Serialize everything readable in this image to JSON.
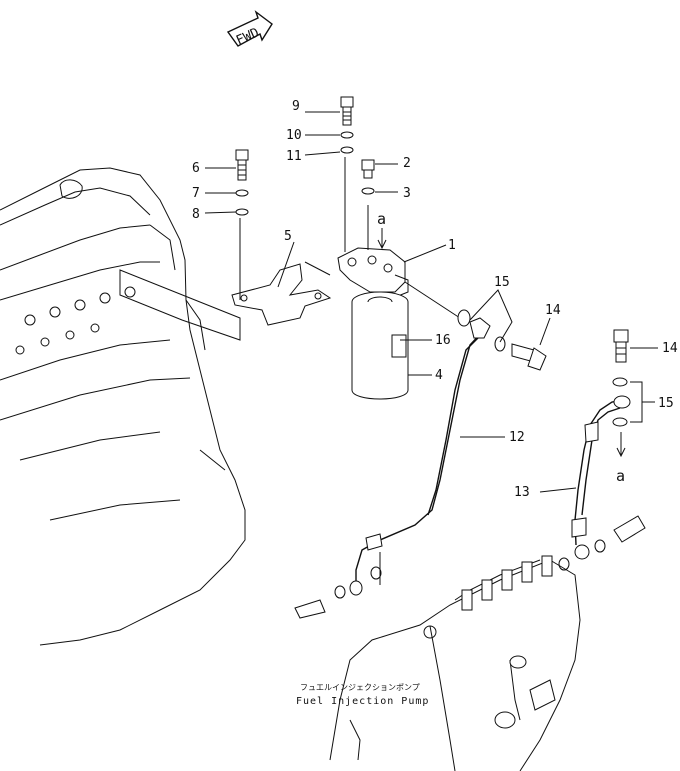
{
  "fwd_label": "FWD",
  "corner_label": "a",
  "pump_label": {
    "japanese": "フュエルインジェクションポンプ",
    "english": "Fuel Injection Pump"
  },
  "callouts": [
    {
      "id": "c9",
      "label": "9"
    },
    {
      "id": "c10",
      "label": "10"
    },
    {
      "id": "c11",
      "label": "11"
    },
    {
      "id": "c6",
      "label": "6"
    },
    {
      "id": "c7",
      "label": "7"
    },
    {
      "id": "c8",
      "label": "8"
    },
    {
      "id": "c2",
      "label": "2"
    },
    {
      "id": "c3",
      "label": "3"
    },
    {
      "id": "c1",
      "label": "1"
    },
    {
      "id": "c5",
      "label": "5"
    },
    {
      "id": "c15a",
      "label": "15"
    },
    {
      "id": "c14a",
      "label": "14"
    },
    {
      "id": "c16",
      "label": "16"
    },
    {
      "id": "c4",
      "label": "4"
    },
    {
      "id": "c12",
      "label": "12"
    },
    {
      "id": "c14b",
      "label": "14"
    },
    {
      "id": "c15b",
      "label": "15"
    },
    {
      "id": "c13",
      "label": "13"
    }
  ]
}
